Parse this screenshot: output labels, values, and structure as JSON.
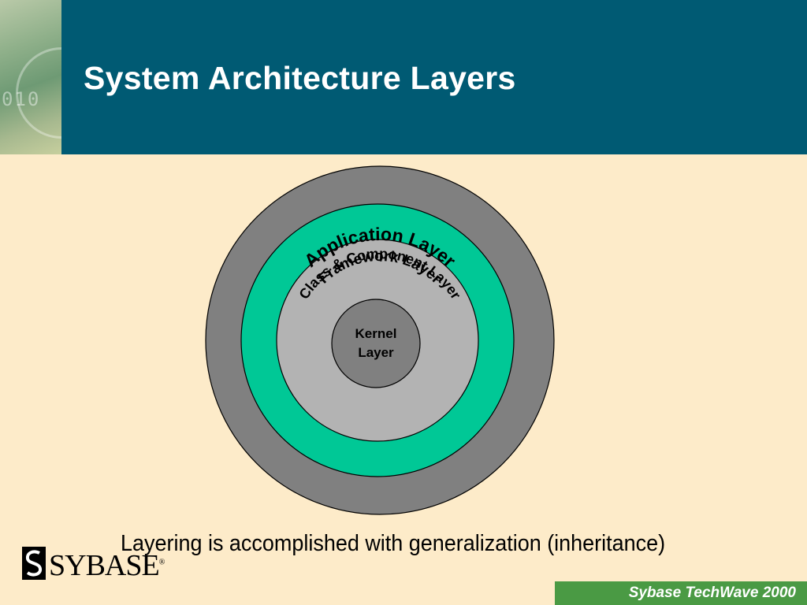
{
  "slide": {
    "title": "System Architecture Layers",
    "caption": "Layering is accomplished with generalization (inheritance)"
  },
  "header_art": {
    "digits": "010"
  },
  "diagram": {
    "layers": [
      {
        "id": "application",
        "label": "Application Layer",
        "fill": "#808080"
      },
      {
        "id": "framework",
        "label": "Framework Layer",
        "fill": "#00c896"
      },
      {
        "id": "component",
        "label": "Class & Component Layer",
        "fill": "#b3b3b3"
      },
      {
        "id": "kernel",
        "label_line1": "Kernel",
        "label_line2": "Layer",
        "fill": "#808080"
      }
    ]
  },
  "logo": {
    "text": "SYBASE",
    "registered": "®"
  },
  "footer": {
    "text": "Sybase TechWave 2000"
  },
  "colors": {
    "header": "#005a73",
    "background": "#fdebc9",
    "footer_band": "#4a9a44"
  }
}
